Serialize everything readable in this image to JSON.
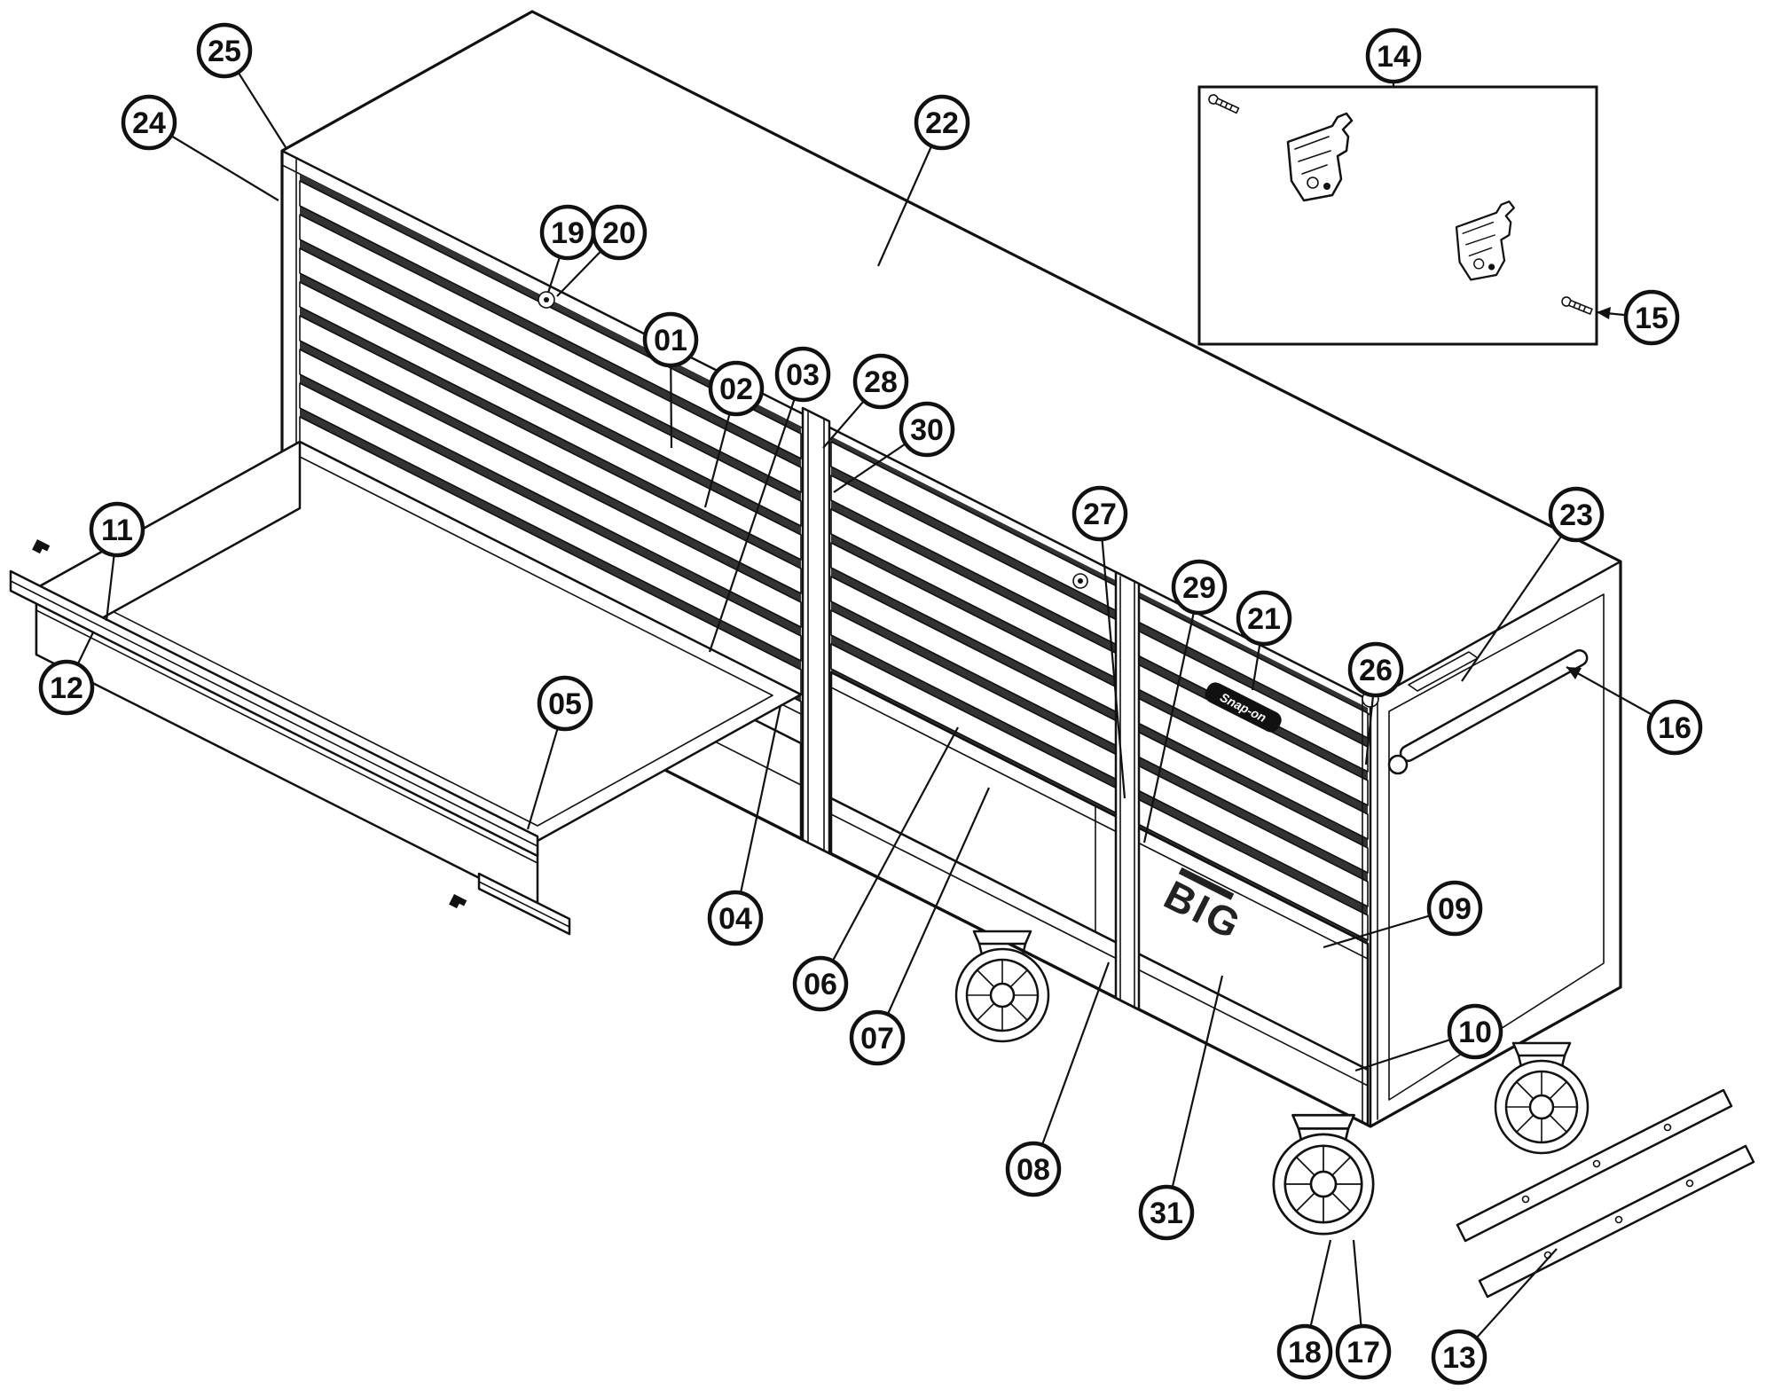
{
  "callouts": [
    "01",
    "02",
    "03",
    "04",
    "05",
    "06",
    "07",
    "08",
    "09",
    "10",
    "11",
    "12",
    "13",
    "14",
    "15",
    "16",
    "17",
    "18",
    "19",
    "20",
    "21",
    "22",
    "23",
    "24",
    "25",
    "26",
    "27",
    "28",
    "29",
    "30",
    "31"
  ],
  "logos": {
    "brand": "Snap-on",
    "model": "BIG"
  }
}
